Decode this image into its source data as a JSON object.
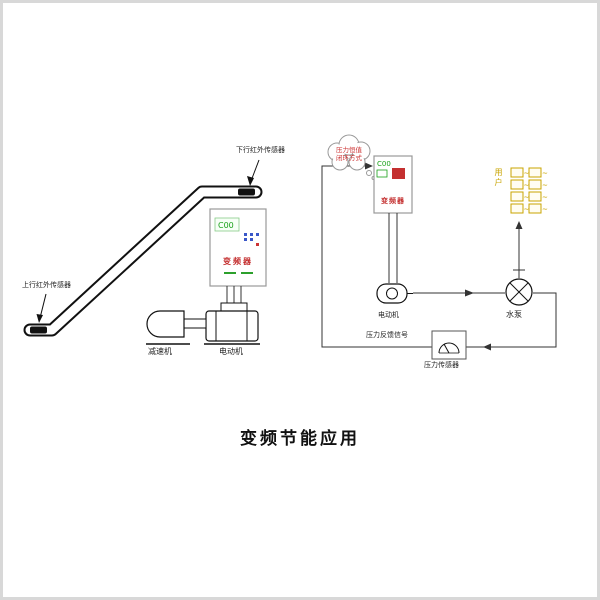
{
  "page": {
    "title": "变频节能应用"
  },
  "escalator": {
    "top_sensor_label": "下行红外传感器",
    "bottom_sensor_label": "上行红外传感器",
    "inverter": {
      "display": "C00",
      "label": "变频器"
    },
    "reducer_label": "减速机",
    "motor_label": "电动机"
  },
  "pump_system": {
    "cloud": {
      "line1": "压力恒值",
      "line2": "闭环方式"
    },
    "inverter": {
      "display": "C00",
      "label": "变频器"
    },
    "motor_label": "电动机",
    "pump_label": "水泵",
    "users": {
      "label": "用户",
      "mark": "~"
    },
    "feedback_label": "压力反馈信号",
    "sensor_label": "压力传感器"
  },
  "colors": {
    "display_green": "#18a018",
    "accent_red": "#c43030",
    "user_yellow": "#c8a400",
    "line_gray": "#333333"
  }
}
